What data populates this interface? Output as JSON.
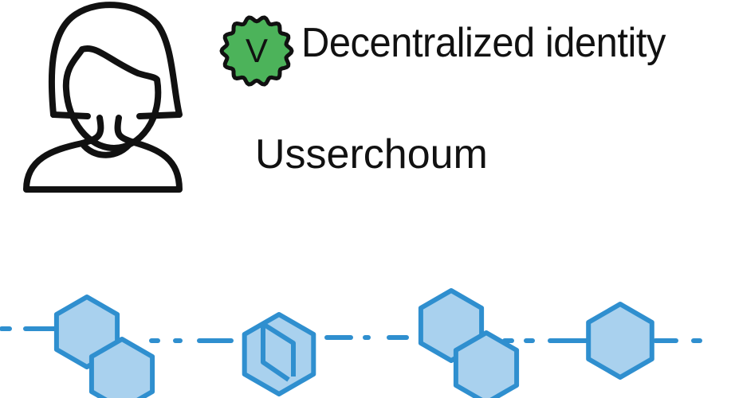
{
  "header": {
    "title": "Decentralized identity",
    "badge": {
      "label": "V",
      "icon": "verified-badge-icon",
      "color": "#4cb35a"
    }
  },
  "profile": {
    "avatar_icon": "user-avatar-icon",
    "username": "Usserchoum"
  },
  "blockchain": {
    "icon": "blockchain-chain-icon",
    "stroke_color": "#2f8fcf",
    "fill_color": "#a9d1ee",
    "blocks": [
      {
        "type": "double-offset"
      },
      {
        "type": "cube"
      },
      {
        "type": "double-offset"
      },
      {
        "type": "single"
      }
    ]
  }
}
